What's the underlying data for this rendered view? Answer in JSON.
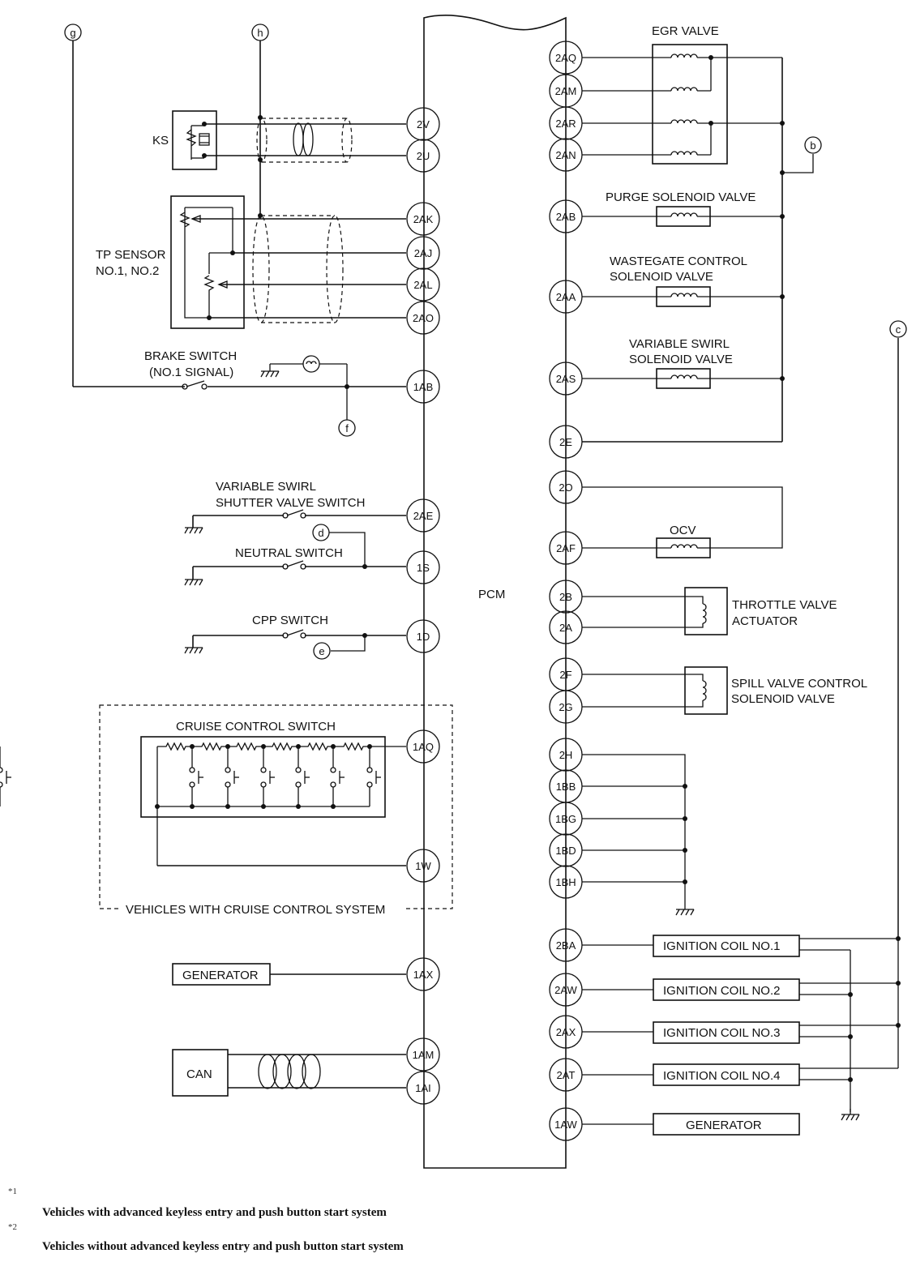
{
  "pcm_label": "PCM",
  "components": {
    "ks": "KS",
    "tp_sensor": [
      "TP SENSOR",
      "NO.1, NO.2"
    ],
    "brake_switch": [
      "BRAKE SWITCH",
      "(NO.1 SIGNAL)"
    ],
    "swirl_switch": [
      "VARIABLE SWIRL",
      "SHUTTER VALVE SWITCH"
    ],
    "neutral_switch": "NEUTRAL SWITCH",
    "cpp_switch": "CPP SWITCH",
    "cruise_switch": "CRUISE CONTROL SWITCH",
    "cruise_note": "VEHICLES WITH CRUISE CONTROL SYSTEM",
    "generator_left": "GENERATOR",
    "can": "CAN",
    "egr_valve": "EGR VALVE",
    "purge_valve": "PURGE SOLENOID VALVE",
    "wastegate_valve": [
      "WASTEGATE CONTROL",
      "SOLENOID VALVE"
    ],
    "swirl_valve": [
      "VARIABLE SWIRL",
      "SOLENOID VALVE"
    ],
    "ocv": "OCV",
    "throttle_actuator": [
      "THROTTLE VALVE",
      "ACTUATOR"
    ],
    "spill_valve": [
      "SPILL VALVE CONTROL",
      "SOLENOID VALVE"
    ],
    "coil1": "IGNITION COIL NO.1",
    "coil2": "IGNITION COIL NO.2",
    "coil3": "IGNITION COIL NO.3",
    "coil4": "IGNITION COIL NO.4",
    "generator_right": "GENERATOR"
  },
  "refs": {
    "g": "g",
    "h": "h",
    "b": "b",
    "f": "f",
    "d": "d",
    "e": "e",
    "c": "c"
  },
  "pins_left": {
    "p2V": "2V",
    "p2U": "2U",
    "p2AK": "2AK",
    "p2AJ": "2AJ",
    "p2AL": "2AL",
    "p2AO": "2AO",
    "p1AB": "1AB",
    "p2AE": "2AE",
    "p1S": "1S",
    "p1D": "1D",
    "p1AQ": "1AQ",
    "p1W": "1W",
    "p1AX": "1AX",
    "p1AM": "1AM",
    "p1AI": "1AI"
  },
  "pins_right": {
    "p2AQ": "2AQ",
    "p2AM": "2AM",
    "p2AR": "2AR",
    "p2AN": "2AN",
    "p2AB": "2AB",
    "p2AA": "2AA",
    "p2AS": "2AS",
    "p2E": "2E",
    "p2O": "2O",
    "p2AF": "2AF",
    "p2B": "2B",
    "p2A": "2A",
    "p2F": "2F",
    "p2G": "2G",
    "p2H": "2H",
    "p1BB": "1BB",
    "p1BG": "1BG",
    "p1BD": "1BD",
    "p1BH": "1BH",
    "p2BA": "2BA",
    "p2AW": "2AW",
    "p2AX": "2AX",
    "p2AT": "2AT",
    "p1AW": "1AW"
  },
  "notes": [
    {
      "mark": "*1",
      "text": "Vehicles with advanced keyless entry and push button start system"
    },
    {
      "mark": "*2",
      "text": "Vehicles without advanced keyless entry and push button start system"
    }
  ]
}
